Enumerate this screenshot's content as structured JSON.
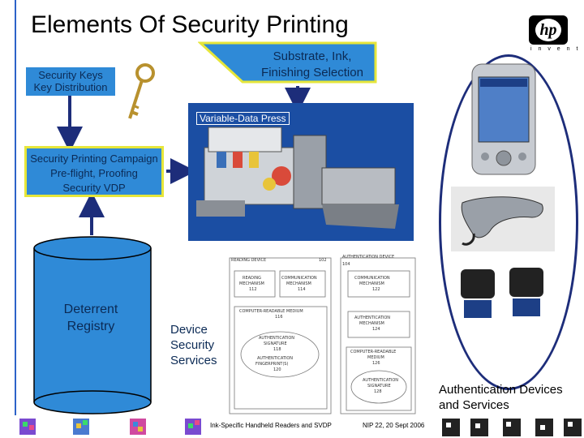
{
  "title": "Elements Of Security Printing",
  "logo": {
    "text": "hp",
    "tagline": "i n v e n t"
  },
  "boxes": {
    "keys": [
      "Security Keys",
      "Key Distribution"
    ],
    "substrate": [
      "Substrate, Ink,",
      "Finishing Selection"
    ],
    "press": "Variable-Data Press",
    "campaign": [
      "Security Printing Campaign",
      "Pre-flight, Proofing",
      "Security VDP"
    ],
    "registry": [
      "Deterrent",
      "Registry"
    ],
    "device_services": [
      "Device",
      "Security",
      "Services"
    ],
    "auth": [
      "Authentication Devices",
      "and Services"
    ]
  },
  "patent_diagram": {
    "reading_device": "READING DEVICE",
    "reading_device_num": "102",
    "auth_device": "AUTHENTICATION DEVICE",
    "auth_device_num": "104",
    "reading_mechanism": [
      "READING",
      "MECHANISM",
      "112"
    ],
    "comm_mechanism_1": [
      "COMMUNICATION",
      "MECHANISM",
      "114"
    ],
    "comm_mechanism_2": [
      "COMMUNICATION",
      "MECHANISM",
      "122"
    ],
    "crm_1": [
      "COMPUTER-READABLE MEDIUM",
      "116"
    ],
    "auth_signature": [
      "AUTHENTICATION",
      "SIGNATURE",
      "118"
    ],
    "auth_fingerprint": [
      "AUTHENTICATION",
      "FINGERPRINT(S)",
      "120"
    ],
    "auth_mechanism": [
      "AUTHENTICATION",
      "MECHANISM",
      "124"
    ],
    "crm_2": [
      "COMPUTER-READABLE",
      "MEDIUM",
      "126"
    ],
    "auth_signature_2": [
      "AUTHENTICATION",
      "SIGNATURE",
      "128"
    ]
  },
  "footer": {
    "left": "Ink-Specific Handheld Readers and SVDP",
    "right": "NIP 22, 20 Sept 2006"
  },
  "colors": {
    "box_blue": "#2f8ad7",
    "box_border": "#e6e63a",
    "arrow": "#1d2d7a",
    "oval": "#1d2d7a",
    "press_bg": "#1b4ea3"
  }
}
